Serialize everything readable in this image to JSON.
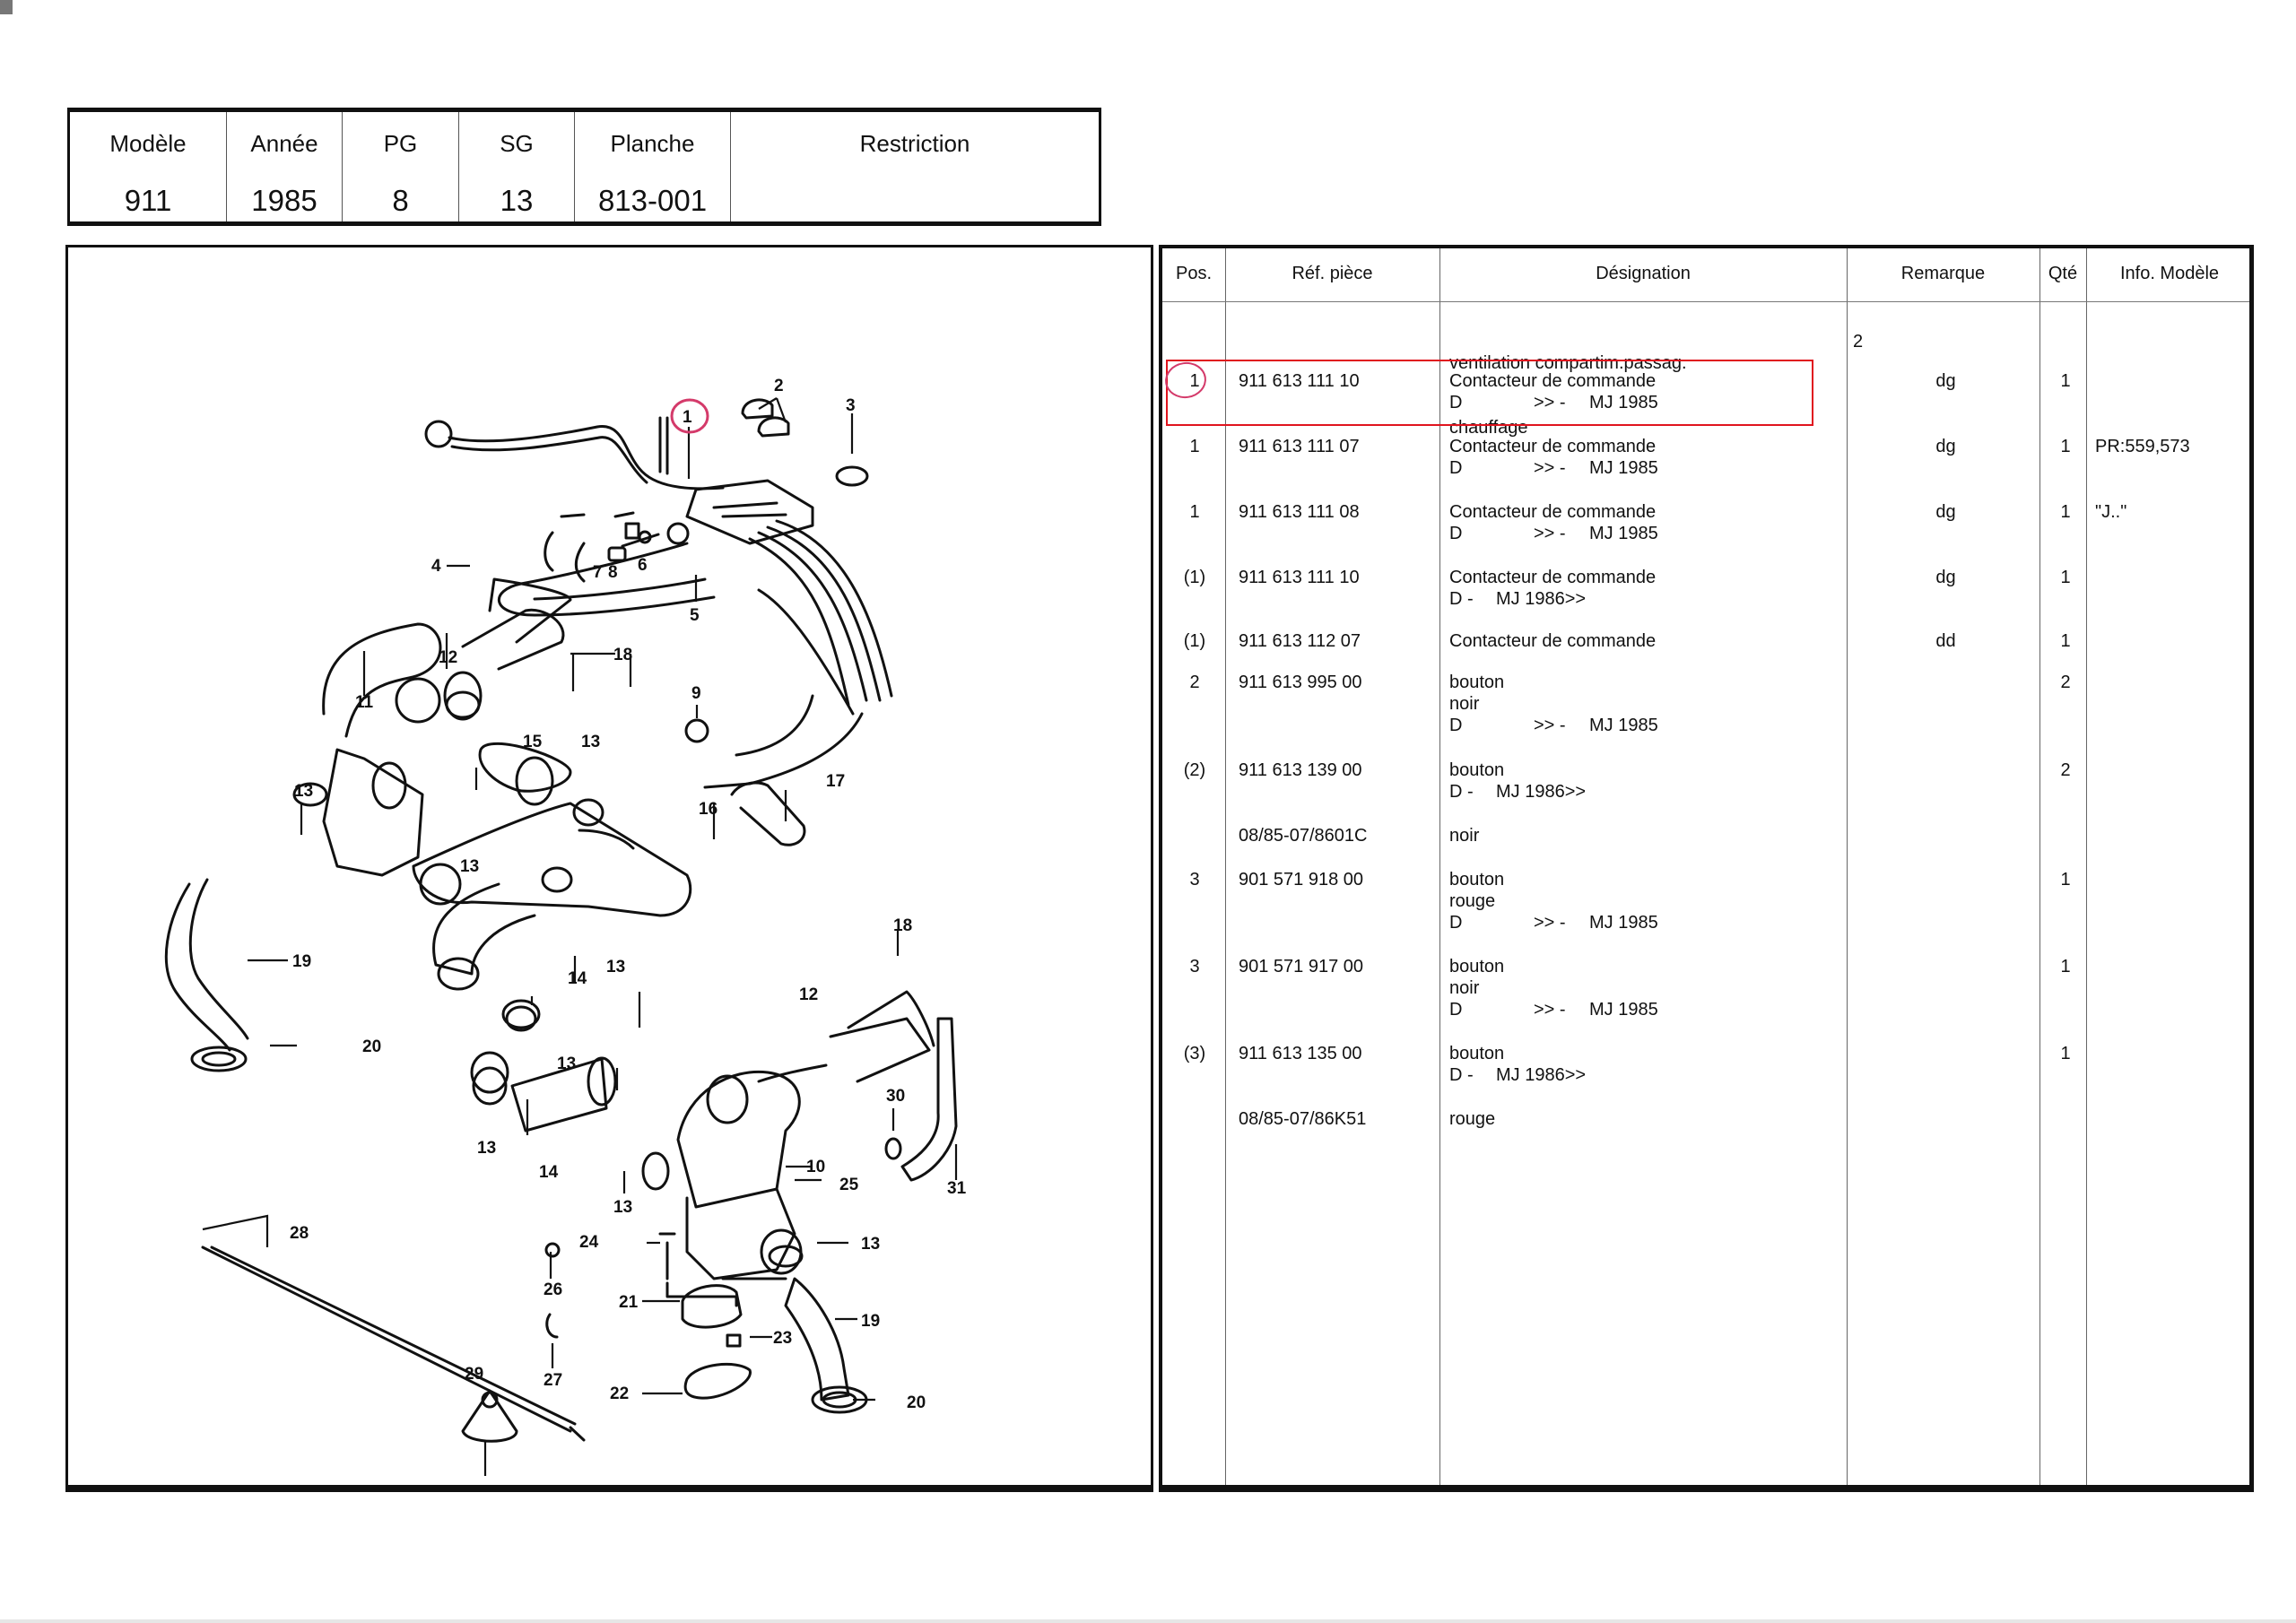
{
  "header": {
    "columns": [
      {
        "label": "Modèle",
        "value": "911"
      },
      {
        "label": "Année",
        "value": "1985"
      },
      {
        "label": "PG",
        "value": "8"
      },
      {
        "label": "SG",
        "value": "13"
      },
      {
        "label": "Planche",
        "value": "813-001"
      },
      {
        "label": "Restriction",
        "value": ""
      }
    ]
  },
  "diagram": {
    "callouts": [
      "1",
      "2",
      "3",
      "4",
      "5",
      "6",
      "7",
      "8",
      "9",
      "10",
      "11",
      "12",
      "13",
      "14",
      "15",
      "16",
      "17",
      "18",
      "19",
      "20",
      "21",
      "22",
      "23",
      "24",
      "25",
      "26",
      "27",
      "28",
      "29",
      "30",
      "31"
    ],
    "highlighted_callout": "1",
    "highlight_color": "#d43a6a"
  },
  "parts_table": {
    "headers": {
      "pos": "Pos.",
      "ref": "Réf. pièce",
      "designation": "Désignation",
      "remarque": "Remarque",
      "qte": "Qté",
      "info": "Info. Modèle"
    },
    "section": {
      "designation": [
        "ventilation compartim.passag.",
        "chauffage"
      ],
      "remarque": "2"
    },
    "rows": [
      {
        "pos": "1",
        "ref": "911 613 111 10",
        "designation": [
          "Contacteur de commande"
        ],
        "validity": {
          "prefix": "D",
          "arrow": ">> -",
          "year": "MJ 1985"
        },
        "remarque": "dg",
        "qte": "1",
        "info": "",
        "highlighted": true
      },
      {
        "pos": "1",
        "ref": "911 613 111 07",
        "designation": [
          "Contacteur de commande"
        ],
        "validity": {
          "prefix": "D",
          "arrow": ">> -",
          "year": "MJ 1985"
        },
        "remarque": "dg",
        "qte": "1",
        "info": "PR:559,573"
      },
      {
        "pos": "1",
        "ref": "911 613 111 08",
        "designation": [
          "Contacteur de commande"
        ],
        "validity": {
          "prefix": "D",
          "arrow": ">> -",
          "year": "MJ 1985"
        },
        "remarque": "dg",
        "qte": "1",
        "info": "\"J..\""
      },
      {
        "pos": "(1)",
        "ref": "911 613 111 10",
        "designation": [
          "Contacteur de commande"
        ],
        "validity2": {
          "prefix": "D -",
          "year": "MJ 1986>>"
        },
        "remarque": "dg",
        "qte": "1",
        "info": ""
      },
      {
        "pos": "(1)",
        "ref": "911 613 112 07",
        "designation": [
          "Contacteur de commande"
        ],
        "remarque": "dd",
        "qte": "1",
        "info": ""
      },
      {
        "pos": "2",
        "ref": "911 613 995 00",
        "designation": [
          "bouton",
          "noir"
        ],
        "validity": {
          "prefix": "D",
          "arrow": ">> -",
          "year": "MJ 1985"
        },
        "remarque": "",
        "qte": "2",
        "info": ""
      },
      {
        "pos": "(2)",
        "ref": "911 613 139 00",
        "designation": [
          "bouton"
        ],
        "validity2": {
          "prefix": "D -",
          "year": "MJ 1986>>"
        },
        "remarque": "",
        "qte": "2",
        "info": ""
      },
      {
        "pos": "",
        "ref": "08/85-07/8601C",
        "designation": [
          "noir"
        ],
        "remarque": "",
        "qte": "",
        "info": ""
      },
      {
        "pos": "3",
        "ref": "901 571 918 00",
        "designation": [
          "bouton",
          "rouge"
        ],
        "validity": {
          "prefix": "D",
          "arrow": ">> -",
          "year": "MJ 1985"
        },
        "remarque": "",
        "qte": "1",
        "info": ""
      },
      {
        "pos": "3",
        "ref": "901 571 917 00",
        "designation": [
          "bouton",
          "noir"
        ],
        "validity": {
          "prefix": "D",
          "arrow": ">> -",
          "year": "MJ 1985"
        },
        "remarque": "",
        "qte": "1",
        "info": ""
      },
      {
        "pos": "(3)",
        "ref": "911 613 135 00",
        "designation": [
          "bouton"
        ],
        "validity2": {
          "prefix": "D -",
          "year": "MJ 1986>>"
        },
        "remarque": "",
        "qte": "1",
        "info": ""
      },
      {
        "pos": "",
        "ref": "08/85-07/86K51",
        "designation": [
          "rouge"
        ],
        "remarque": "",
        "qte": "",
        "info": ""
      }
    ],
    "highlight_box_color": "#e0141e"
  }
}
